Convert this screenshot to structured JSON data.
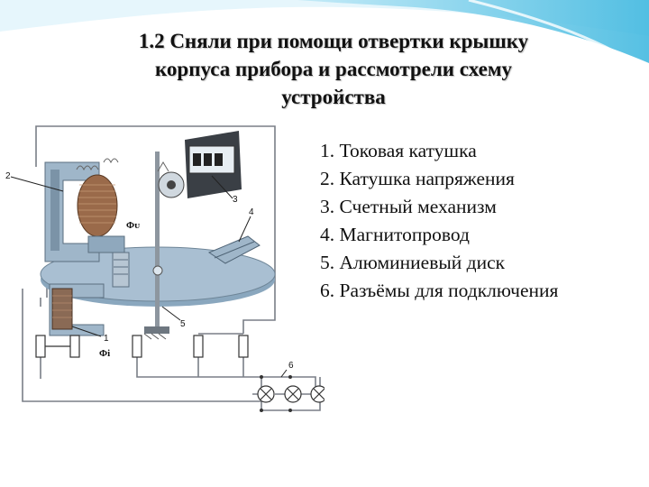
{
  "slide": {
    "title_lines": [
      "1.2 Сняли при помощи отвертки крышку",
      "корпуса прибора и рассмотрели схему",
      "устройства"
    ],
    "legend": [
      "1. Токовая катушка",
      "2. Катушка напряжения",
      "3. Счетный механизм",
      "4. Магнитопровод",
      "5. Алюминиевый диск",
      "6. Разъёмы для подключения"
    ]
  },
  "diagram": {
    "callouts": [
      "1",
      "2",
      "3",
      "4",
      "5",
      "6"
    ],
    "flux_voltage": "Φᴜ",
    "flux_current": "Φi",
    "colors": {
      "wire": "#7a7f87",
      "core": "#9fb6c9",
      "disk": "#a9bfd2",
      "coil": "#9a6a4a",
      "accent": "#5fc3e4"
    }
  }
}
